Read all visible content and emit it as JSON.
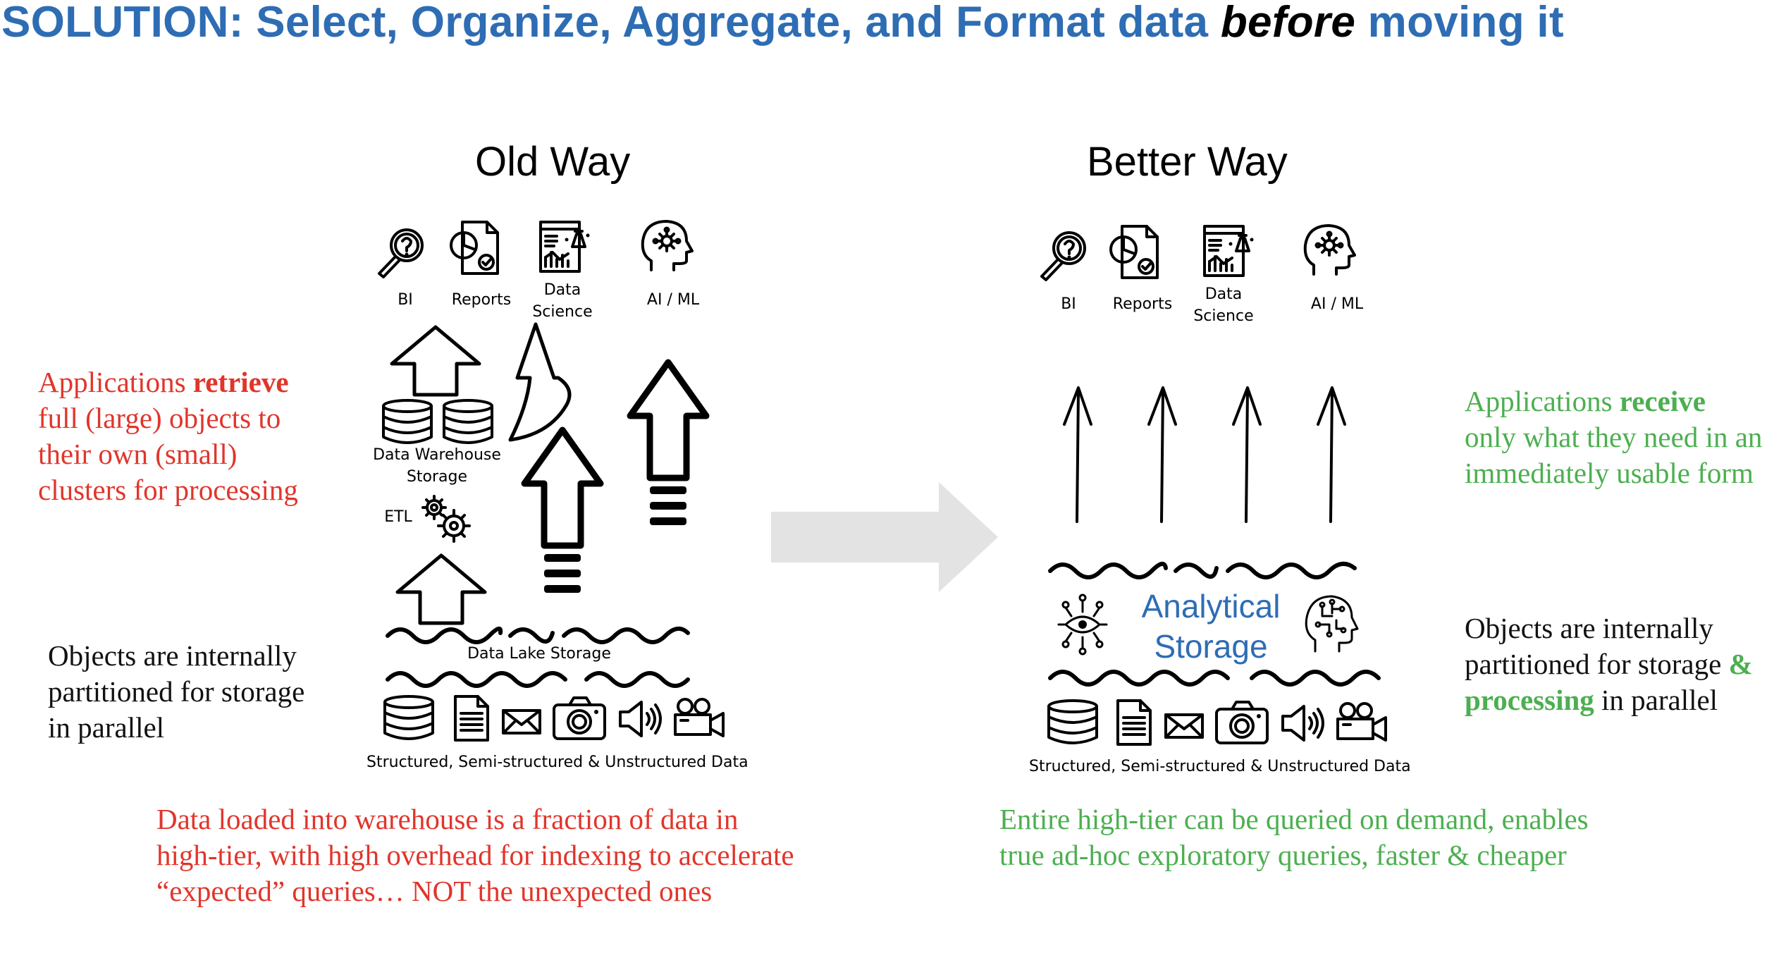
{
  "title": {
    "part1": "SOLUTION: Select, Organize, Aggregate, and Format data ",
    "emphasis": "before",
    "part2": " moving it"
  },
  "old_way": {
    "heading": "Old Way",
    "consumers": [
      "BI",
      "Reports",
      "Data\nScience",
      "AI / ML"
    ],
    "warehouse_label": "Data Warehouse\nStorage",
    "etl_label": "ETL",
    "lake_label": "Data Lake Storage",
    "sources_label": "Structured, Semi-structured & Unstructured Data",
    "note_left": {
      "line1_pre": "Applications ",
      "line1_bold": "retrieve",
      "line2": "full (large) objects to",
      "line3": "their own (small)",
      "line4": "clusters for processing"
    },
    "note_objects": [
      "Objects are internally",
      "partitioned for storage",
      "in parallel"
    ],
    "bottom_note": [
      "Data loaded into warehouse is a fraction of data in",
      "high-tier, with high overhead for indexing to accelerate",
      "“expected” queries… NOT the unexpected ones"
    ]
  },
  "better_way": {
    "heading": "Better Way",
    "consumers": [
      "BI",
      "Reports",
      "Data\nScience",
      "AI / ML"
    ],
    "storage_label": "Analytical\nStorage",
    "sources_label": "Structured, Semi-structured & Unstructured Data",
    "note_right": {
      "line1_pre": "Applications ",
      "line1_bold": "receive",
      "line2": "only what they need in an",
      "line3": "immediately usable form"
    },
    "note_objects": {
      "line1": "Objects are internally",
      "line2_pre": "partitioned for storage ",
      "line2_green": "&",
      "line3_green": "processing",
      "line3_post": " in parallel"
    },
    "bottom_note": [
      "Entire high-tier can be queried on demand, enables",
      "true ad-hoc exploratory queries, faster & cheaper"
    ]
  },
  "colors": {
    "title_blue": "#2e6db4",
    "red": "#e1352b",
    "green": "#4caf50",
    "arrow_gray": "#e3e3e3"
  },
  "icons": [
    "magnifier-question-icon",
    "report-chart-icon",
    "data-science-dashboard-icon",
    "ai-head-icon",
    "database-icon",
    "gears-icon",
    "document-icon",
    "envelope-icon",
    "camera-icon",
    "speaker-icon",
    "video-camera-icon",
    "circuit-eye-icon"
  ]
}
